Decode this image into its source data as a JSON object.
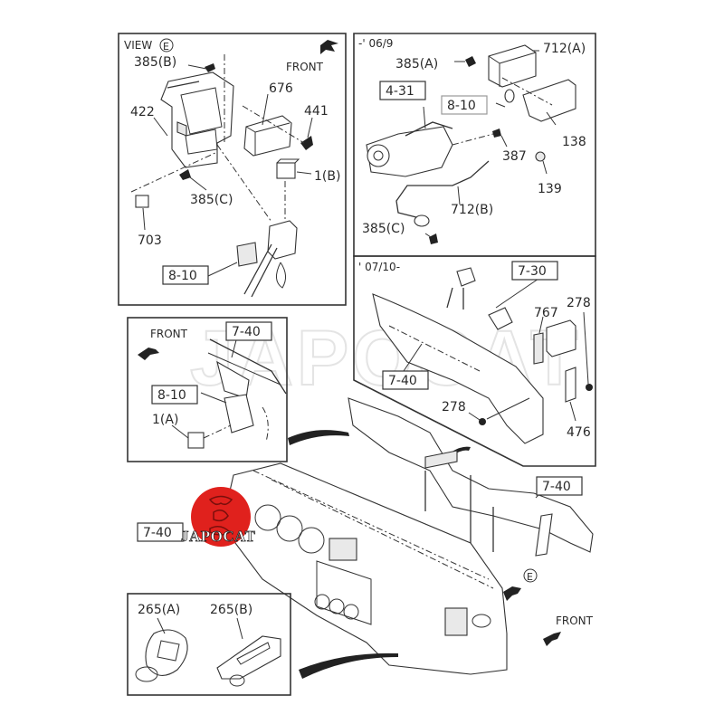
{
  "diagram": {
    "title": "Ignition switch, keyless entry and instrument panel reinforcement parts diagram",
    "watermark": "JAPOCAT",
    "logo": {
      "text": "JAPOCAT",
      "color": "#e0211d"
    }
  },
  "panels": {
    "view_e": {
      "heading": "VIEW",
      "view_marker": "E",
      "front_label": "FRONT",
      "callouts": [
        "385(B)",
        "676",
        "441",
        "422",
        "1(B)",
        "385(C)",
        "703"
      ],
      "ref_boxes": [
        "8-10"
      ]
    },
    "upto_06_9": {
      "heading": "-' 06/9",
      "callouts": [
        "712(A)",
        "385(A)",
        "138",
        "387",
        "139",
        "712(B)",
        "385(C)"
      ],
      "ref_boxes": [
        "4-31",
        "8-10"
      ]
    },
    "from_07_10": {
      "heading": "' 07/10-",
      "callouts": [
        "767",
        "278",
        "278",
        "476"
      ],
      "ref_boxes": [
        "7-30",
        "7-40"
      ]
    },
    "relay_detail": {
      "front_label": "FRONT",
      "callouts": [
        "1(A)"
      ],
      "ref_boxes": [
        "7-40",
        "8-10"
      ]
    },
    "remote_keys": {
      "callouts": [
        "265(A)",
        "265(B)"
      ]
    }
  },
  "main_view": {
    "ref_boxes": [
      "7-40",
      "7-40"
    ],
    "view_marker": "E",
    "front_label": "FRONT"
  }
}
